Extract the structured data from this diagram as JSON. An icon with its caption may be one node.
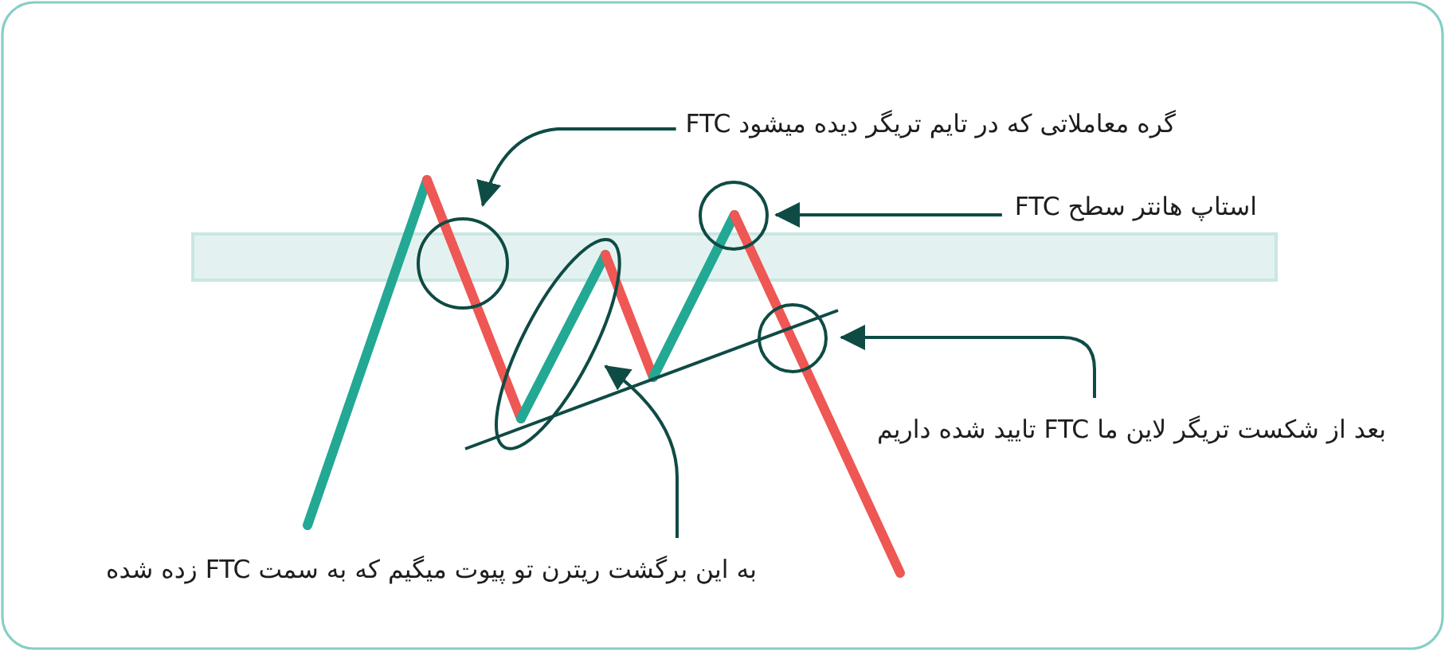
{
  "diagram": {
    "nodes": [
      {
        "text": [
          "گره معاملاتی که در تایم تریگر دیده میشود FTC"
        ]
      },
      {
        "text": [
          "استاپ هانتر سطح FTC"
        ]
      },
      {
        "text": [
          "بعد از شکست تریگر لاین ما FTC تایید شده داریم"
        ]
      },
      {
        "text": [
          "به این برگشت ریترن تو پیوت میگیم که به سمت FTC زده شده"
        ]
      },
      {
        "text": [],
        "shape": "circle"
      },
      {
        "text": [],
        "shape": "ellipse"
      },
      {
        "text": [],
        "shape": "circle"
      },
      {
        "text": [],
        "shape": "circle"
      }
    ],
    "edges": [
      {
        "from": 0,
        "to": 4,
        "arrow": "to"
      },
      {
        "from": 1,
        "to": 6,
        "arrow": "to"
      },
      {
        "from": 2,
        "to": 7,
        "arrow": "to"
      },
      {
        "from": 3,
        "to": 5,
        "arrow": "to"
      }
    ]
  }
}
